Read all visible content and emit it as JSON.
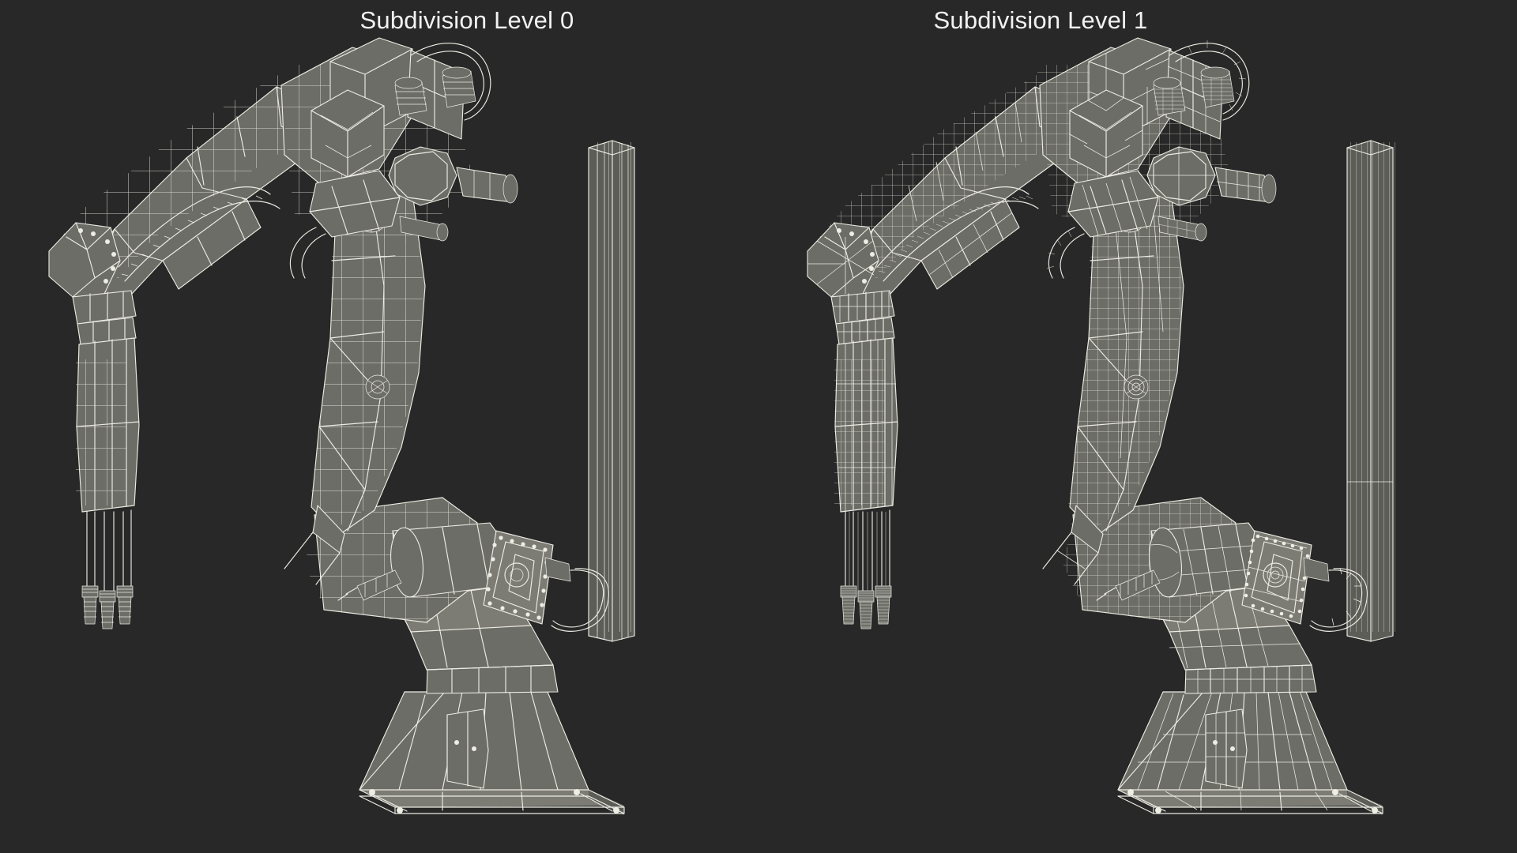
{
  "background_color": "#282828",
  "title_color": "#f2f2f2",
  "mesh": {
    "surface_color": "#6d6d67",
    "surface_dark_color": "#5d5d58",
    "surface_light_color": "#7c7c75",
    "edge_color": "#ecece4"
  },
  "panels": [
    {
      "id": "left",
      "title": "Subdivision Level 0",
      "subject": "industrial-robot-arm-wireframe",
      "wire_density": "coarse",
      "grid_step": 26
    },
    {
      "id": "right",
      "title": "Subdivision Level 1",
      "subject": "industrial-robot-arm-wireframe",
      "wire_density": "fine",
      "grid_step": 13
    }
  ],
  "parts": [
    "base-pedestal",
    "rotating-turret",
    "main-column",
    "upper-arm-boom",
    "elbow-joint",
    "wrist-assembly",
    "end-effector-tool",
    "cable-carrier",
    "vertical-guide-post",
    "bolted-flange-plate",
    "drive-motor-housing"
  ]
}
